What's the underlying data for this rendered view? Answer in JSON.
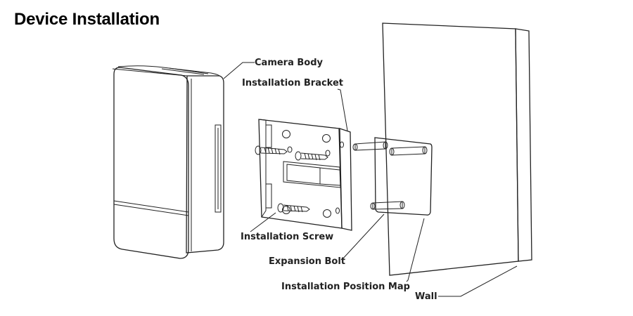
{
  "title": "Device Installation",
  "labels": {
    "camera_body": "Camera Body",
    "installation_bracket": "Installation Bracket",
    "installation_screw": "Installation Screw",
    "expansion_bolt": "Expansion Bolt",
    "installation_position_map": "Installation Position Map",
    "wall": "Wall"
  },
  "colors": {
    "line": "#222222",
    "background": "#ffffff"
  }
}
